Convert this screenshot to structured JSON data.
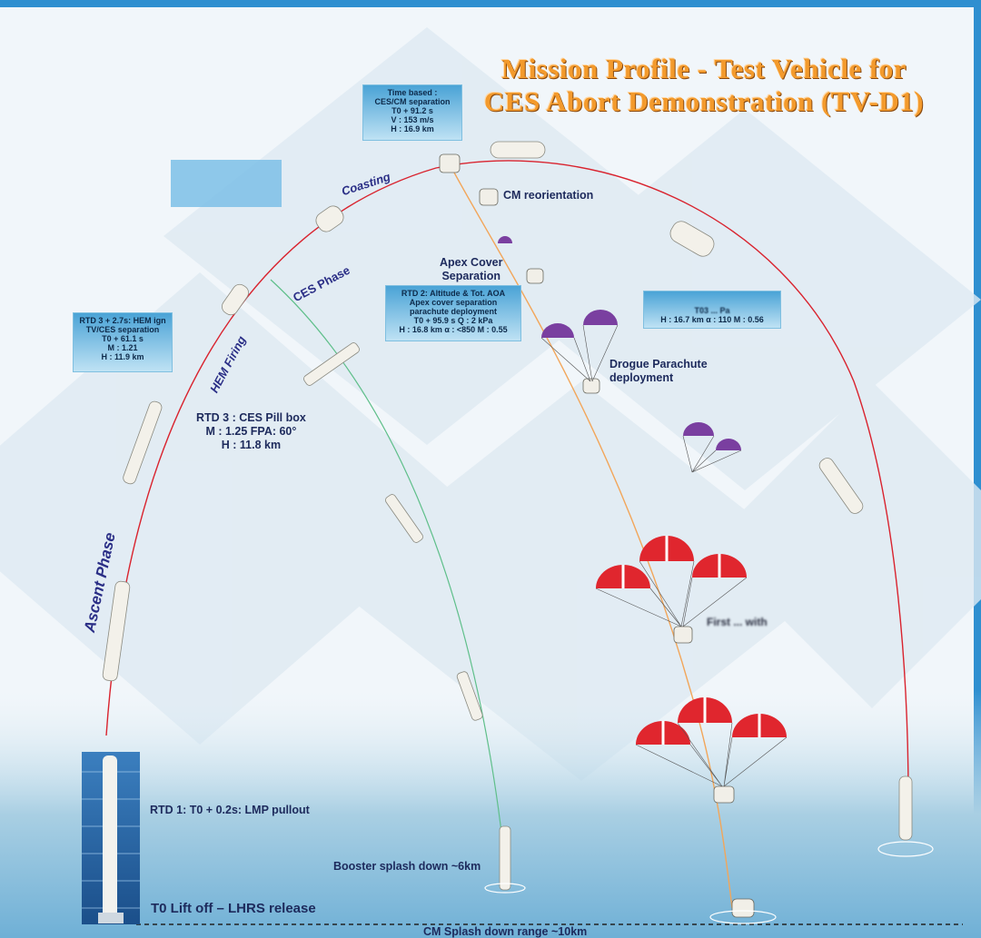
{
  "title": {
    "line1": "Mission Profile - Test Vehicle for",
    "line2": "CES Abort Demonstration (TV-D1)"
  },
  "callouts": {
    "separation": [
      "Time based :",
      "CES/CM separation",
      "T0 + 91.2 s",
      "V : 153 m/s",
      "H : 16.9 km"
    ],
    "rtd3_hem": [
      "RTD 3 + 2.7s:  HEM ign",
      "TV/CES separation",
      "T0 + 61.1 s",
      "M : 1.21",
      "H : 11.9 km"
    ],
    "rtd2": [
      "RTD 2: Altitude & Tot. AOA",
      "Apex cover separation",
      "parachute deployment",
      "T0 + 95.9 s      Q : 2 kPa",
      "H : 16.8 km    α : <850  M : 0.55"
    ],
    "t03": [
      "T03 ... Pa",
      "H : 16.7 km  α : 110  M : 0.56"
    ]
  },
  "labels": {
    "cm_reorientation": "CM reorientation",
    "apex_cover": [
      "Apex Cover",
      "Separation"
    ],
    "drogue": [
      "Drogue Parachute",
      "deployment"
    ],
    "rtd3_pill": [
      "RTD 3 :  CES Pill box",
      "M : 1.25 FPA: 60°",
      "H : 11.8 km"
    ],
    "rtd1": "RTD 1: T0 + 0.2s:  LMP pullout",
    "lift_off": "T0 Lift off – LHRS release",
    "booster_splash": "Booster splash down ~6km",
    "cm_splash": "CM Splash down range ~10km",
    "main_chute": "First ... with"
  },
  "phases": {
    "coasting": "Coasting",
    "ces_phase": "CES Phase",
    "hem_firing": "HEM Firing",
    "ascent": "Ascent Phase"
  },
  "colors": {
    "title": "#f39a2c",
    "trajectory": "#d9232e",
    "booster_path": "#5fbf8a",
    "cm_path": "#f2a65a",
    "drogue_purple": "#7a3fa0",
    "main_chute_red": "#e0262e"
  }
}
